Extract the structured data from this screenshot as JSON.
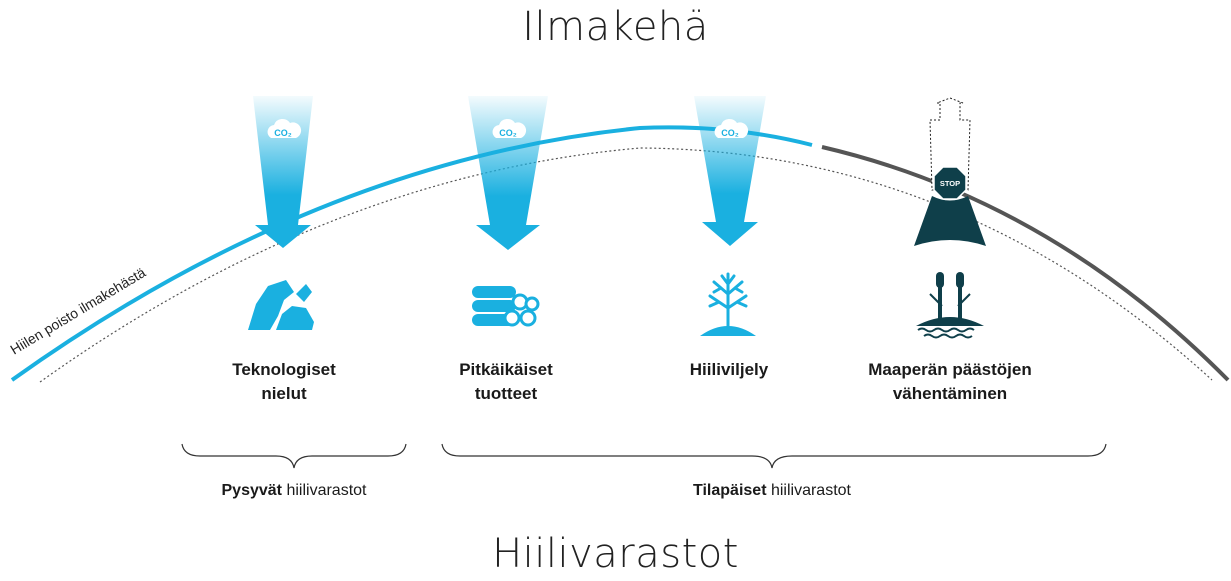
{
  "titles": {
    "top": "Ilmakehä",
    "bottom": "Hiilivarastot"
  },
  "arc_label": "Hiilen poisto ilmakehästä",
  "co2_label": "CO₂",
  "stop_label": "STOP",
  "categories": [
    {
      "line1": "Teknologiset",
      "line2": "nielut",
      "icon": "rocks-icon"
    },
    {
      "line1": "Pitkäikäiset",
      "line2": "tuotteet",
      "icon": "logs-icon"
    },
    {
      "line1": "Hiiliviljely",
      "line2": "",
      "icon": "plant-icon"
    },
    {
      "line1": "Maaperän päästöjen",
      "line2": "vähentäminen",
      "icon": "wetland-icon"
    }
  ],
  "groups": [
    {
      "bold": "Pysyvät",
      "rest": " hiilivarastot"
    },
    {
      "bold": "Tilapäiset",
      "rest": " hiilivarastot"
    }
  ],
  "colors": {
    "cyan": "#1ab0e0",
    "dark_teal": "#0f3f4a",
    "grey": "#555555"
  }
}
